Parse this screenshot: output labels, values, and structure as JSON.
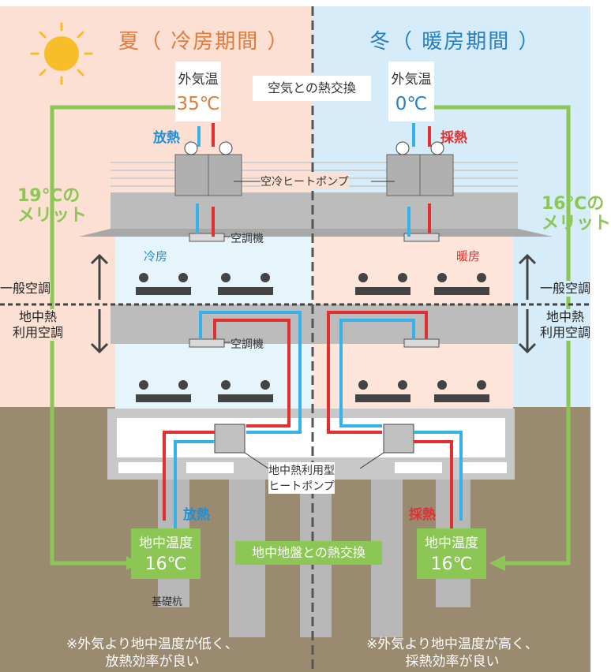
{
  "title": {
    "summer": "夏（ 冷房期間 ）",
    "winter": "冬（ 暖房期間 ）"
  },
  "outdoor_temp": {
    "label_summer": "外気温",
    "value_summer": "35℃",
    "label_winter": "外気温",
    "value_winter": "0℃"
  },
  "air_exchange_label": "空気との熱交換",
  "heat_labels": {
    "summer_release": "放熱",
    "winter_collect": "採熱",
    "ground_release": "放熱",
    "ground_collect": "採熱"
  },
  "merit": {
    "summer_line1": "19℃の",
    "summer_line2": "メリット",
    "winter_line1": "16℃の",
    "winter_line2": "メリット"
  },
  "equipment": {
    "air_heat_pump": "空冷ヒートポンプ",
    "ac_unit_upper": "空調機",
    "ac_unit_lower": "空調機",
    "geo_heat_pump_line1": "地中熱利用型",
    "geo_heat_pump_line2": "ヒートポンプ"
  },
  "rooms": {
    "cooling": "冷房",
    "heating": "暖房"
  },
  "zones": {
    "general_left": "一般空調",
    "general_right": "一般空調",
    "geo_left_line1": "地中熱",
    "geo_left_line2": "利用空調",
    "geo_right_line1": "地中熱",
    "geo_right_line2": "利用空調"
  },
  "ground_temp": {
    "label_left": "地中温度",
    "value_left": "16℃",
    "label_right": "地中温度",
    "value_right": "16℃"
  },
  "ground_exchange_label": "地中地盤との熱交換",
  "pile_label": "基礎杭",
  "notes": {
    "summer_line1": "※外気より地中温度が低く、",
    "summer_line2": "放熱効率が良い",
    "winter_line1": "※外気より地中温度が高く、",
    "winter_line2": "採熱効率が良い"
  },
  "colors": {
    "summer_bg": "#fbe0d3",
    "winter_bg": "#d6ecf8",
    "ground": "#9a8a70",
    "green": "#8cc654",
    "cold_pipe": "#36b1ea",
    "hot_pipe": "#e23030",
    "summer_accent": "#e07b3c",
    "winter_accent": "#2a7fc0"
  }
}
